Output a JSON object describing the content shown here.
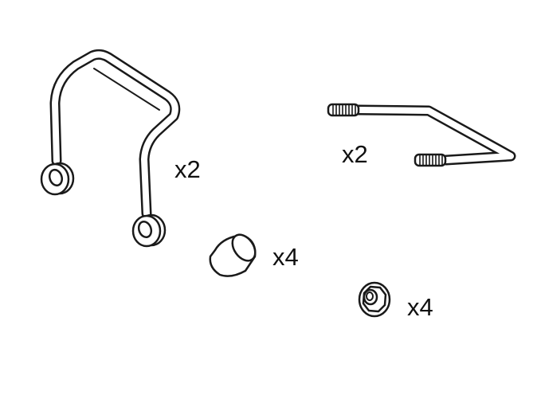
{
  "parts": [
    {
      "id": "mounting-bracket",
      "icon": "bent-rod-bracket-icon",
      "quantity": "x2"
    },
    {
      "id": "threaded-u-bolt",
      "icon": "threaded-u-bolt-icon",
      "quantity": "x2"
    },
    {
      "id": "end-cap",
      "icon": "end-cap-icon",
      "quantity": "x4"
    },
    {
      "id": "flange-nut",
      "icon": "flange-nut-icon",
      "quantity": "x4"
    }
  ],
  "colors": {
    "ink": "#1a1a1a",
    "background": "#ffffff"
  }
}
